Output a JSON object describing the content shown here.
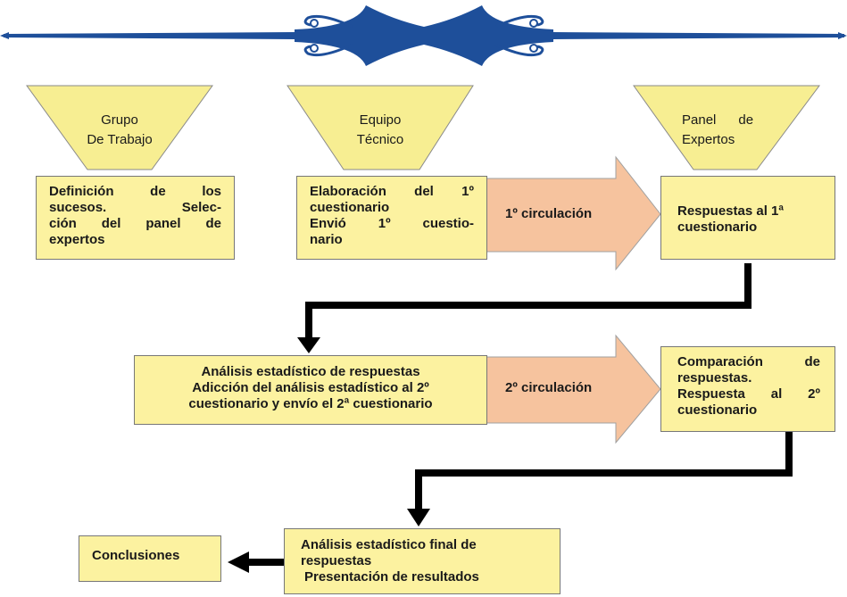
{
  "colors": {
    "box_fill": "#fcf2a0",
    "funnel_fill": "#f7ee92",
    "arrow_fill": "#f6c39e",
    "ornament": "#1e4f9a",
    "connector": "#000000"
  },
  "header_ornament": {
    "icon": "decorative-flourish-divider"
  },
  "columns": [
    {
      "title_lines": [
        "Grupo",
        "De Trabajo"
      ]
    },
    {
      "title_lines": [
        "Equipo",
        "Técnico"
      ]
    },
    {
      "title_lines": [
        "Panel      de",
        "Expertos"
      ]
    }
  ],
  "boxes": {
    "definition": [
      "Definición de los",
      "sucesos.   Selec-",
      "ción del panel de",
      "expertos"
    ],
    "elaboration": [
      "Elaboración del 1º",
      "cuestionario",
      "Envió 1º cuestio-",
      "nario"
    ],
    "responses_1": [
      "Respuestas al 1ª",
      "cuestionario"
    ],
    "analysis": [
      "Análisis estadístico de respuestas",
      "Adicción del análisis estadístico al 2º",
      "cuestionario y envío el 2ª cuestionario"
    ],
    "comparison": [
      "Comparación de",
      "respuestas.",
      "Respuesta al 2º",
      "cuestionario"
    ],
    "final_analysis": [
      "Análisis estadístico final de",
      "respuestas",
      "Presentación de resultados"
    ],
    "conclusions": [
      "Conclusiones"
    ]
  },
  "circulations": {
    "first": "1º circulación",
    "second": "2º circulación"
  }
}
